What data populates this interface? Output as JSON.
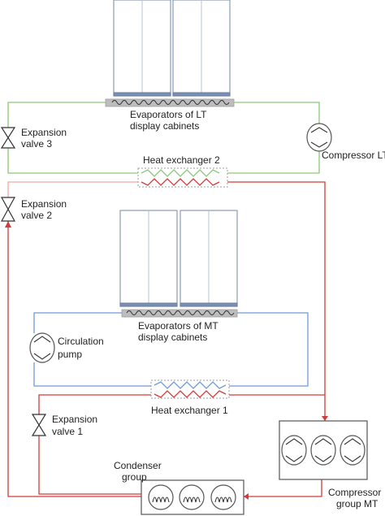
{
  "labels": {
    "evap_lt_line1": "Evaporators of LT",
    "evap_lt_line2": "display cabinets",
    "exp_valve3_line1": "Expansion",
    "exp_valve3_line2": "valve 3",
    "compressor_lt": "Compressor LT",
    "heat_exchanger_2": "Heat exchanger 2",
    "exp_valve2_line1": "Expansion",
    "exp_valve2_line2": "valve 2",
    "evap_mt_line1": "Evaporators of MT",
    "evap_mt_line2": "display cabinets",
    "circ_pump_line1": "Circulation",
    "circ_pump_line2": "pump",
    "heat_exchanger_1": "Heat exchanger 1",
    "exp_valve1_line1": "Expansion",
    "exp_valve1_line2": "valve 1",
    "condenser_line1": "Condenser",
    "condenser_line2": "group",
    "comp_group_mt_line1": "Compressor",
    "comp_group_mt_line2": "group MT"
  },
  "colors": {
    "lt_loop": "#8dc77a",
    "mt_secondary_loop": "#6f9ad6",
    "refrigerant_loop": "#d33a3a",
    "refrigerant_light": "#f0a7a7",
    "cabinet_frame": "#8a9bb5",
    "coil_bar": "#bdbdbd"
  },
  "icons": {
    "compressor": "compressor-circle-icon",
    "pump": "pump-circle-icon",
    "valve": "bowtie-valve-icon",
    "condenser_fan": "fan-coil-icon",
    "evaporator_coil": "coil-icon"
  }
}
